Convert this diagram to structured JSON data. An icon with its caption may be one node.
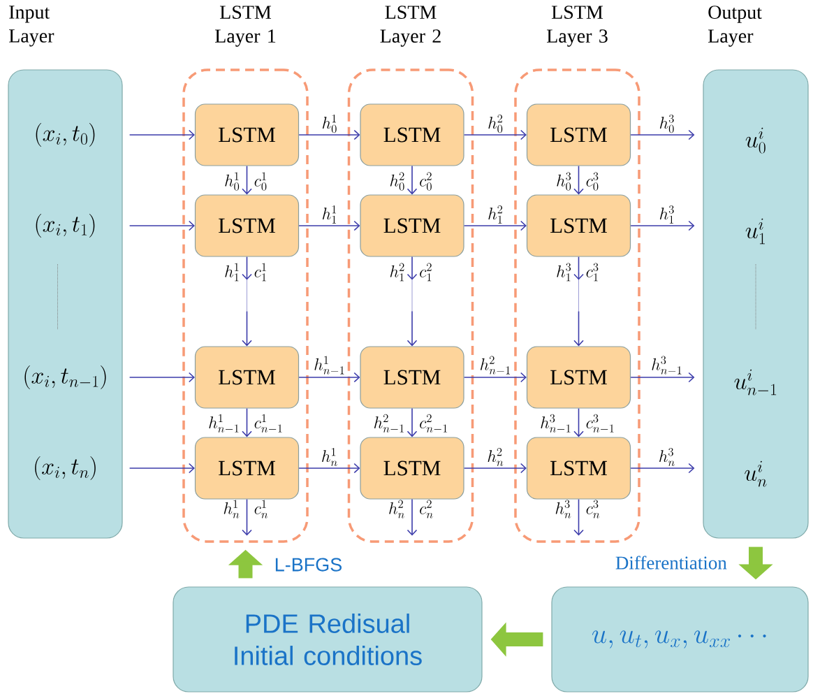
{
  "diagram": {
    "nodes": [
      {
        "text": [
          "Input Layer",
          "(x_{i},t_{0})",
          "(x_{i},t_{1})",
          "(x_{i},t_{n-1})",
          "(x_{i},t_{n})"
        ]
      },
      {
        "text": [
          "LSTM Layer 1"
        ]
      },
      {
        "text": [
          "LSTM"
        ],
        "in": 1
      },
      {
        "text": [
          "LSTM"
        ],
        "in": 1
      },
      {
        "text": [
          "LSTM"
        ],
        "in": 1
      },
      {
        "text": [
          "LSTM"
        ],
        "in": 1
      },
      {
        "text": [
          "LSTM Layer 2"
        ]
      },
      {
        "text": [
          "LSTM"
        ],
        "in": 6
      },
      {
        "text": [
          "LSTM"
        ],
        "in": 6
      },
      {
        "text": [
          "LSTM"
        ],
        "in": 6
      },
      {
        "text": [
          "LSTM"
        ],
        "in": 6
      },
      {
        "text": [
          "LSTM Layer 3"
        ]
      },
      {
        "text": [
          "LSTM"
        ],
        "in": 11
      },
      {
        "text": [
          "LSTM"
        ],
        "in": 11
      },
      {
        "text": [
          "LSTM"
        ],
        "in": 11
      },
      {
        "text": [
          "LSTM"
        ],
        "in": 11
      },
      {
        "text": [
          "Output Layer",
          "u_{0}^{i}",
          "u_{1}^{i}",
          "u_{n-1}^{i}",
          "u_{n}^{i}"
        ]
      },
      {
        "text": [
          "PDE Redisual Initial conditions"
        ]
      },
      {
        "text": [
          "u,u_{t},u_{x},u_{xx}\\cdots"
        ]
      }
    ],
    "edges": [
      {
        "from": 0,
        "to": 2,
        "arrow": "to"
      },
      {
        "from": 0,
        "to": 3,
        "arrow": "to"
      },
      {
        "from": 0,
        "to": 4,
        "arrow": "to"
      },
      {
        "from": 0,
        "to": 5,
        "arrow": "to"
      },
      {
        "from": 2,
        "to": 7,
        "arrow": "to",
        "label": "h_{0}^{1}"
      },
      {
        "from": 3,
        "to": 8,
        "arrow": "to",
        "label": "h_{1}^{1}"
      },
      {
        "from": 4,
        "to": 9,
        "arrow": "to",
        "label": "h_{n-1}^{1}"
      },
      {
        "from": 5,
        "to": 10,
        "arrow": "to",
        "label": "h_{n}^{1}"
      },
      {
        "from": 7,
        "to": 12,
        "arrow": "to",
        "label": "h_{0}^{2}"
      },
      {
        "from": 8,
        "to": 13,
        "arrow": "to",
        "label": "h_{1}^{2}"
      },
      {
        "from": 9,
        "to": 14,
        "arrow": "to",
        "label": "h_{n-1}^{2}"
      },
      {
        "from": 10,
        "to": 15,
        "arrow": "to",
        "label": "h_{n}^{2}"
      },
      {
        "from": 12,
        "to": 16,
        "arrow": "to",
        "label": "h_{0}^{3}"
      },
      {
        "from": 13,
        "to": 16,
        "arrow": "to",
        "label": "h_{1}^{3}"
      },
      {
        "from": 14,
        "to": 16,
        "arrow": "to",
        "label": "h_{n-1}^{3}"
      },
      {
        "from": 15,
        "to": 16,
        "arrow": "to",
        "label": "h_{n}^{3}"
      },
      {
        "from": 2,
        "to": 3,
        "arrow": "to",
        "label": "h_{0}^{1}"
      },
      {
        "from": 3,
        "to": 4,
        "arrow": "to",
        "label": "h_{1}^{1}"
      },
      {
        "from": 4,
        "to": 5,
        "arrow": "to",
        "label": "h_{n-1}^{1}"
      },
      {
        "from": 5,
        "to": null,
        "arrow": "to",
        "label": "h_{n}^{1}"
      },
      {
        "from": 7,
        "to": 8,
        "arrow": "to",
        "label": "h_{0}^{2}"
      },
      {
        "from": 8,
        "to": 9,
        "arrow": "to",
        "label": "h_{1}^{2}"
      },
      {
        "from": 9,
        "to": 10,
        "arrow": "to",
        "label": "h_{n-1}^{2}"
      },
      {
        "from": 10,
        "to": null,
        "arrow": "to",
        "label": "h_{n}^{2}"
      },
      {
        "from": 12,
        "to": 13,
        "arrow": "to",
        "label": "h_{0}^{3}"
      },
      {
        "from": 13,
        "to": 14,
        "arrow": "to",
        "label": "h_{1}^{3}"
      },
      {
        "from": 14,
        "to": 15,
        "arrow": "to",
        "label": "h_{n-1}^{3}"
      },
      {
        "from": 15,
        "to": null,
        "arrow": "to",
        "label": "h_{n}^{3}"
      },
      {
        "from": 16,
        "to": 18,
        "arrow": "to",
        "label": "Differentiation",
        "style": "thick",
        "color": "#8dc63f"
      },
      {
        "from": 18,
        "to": 17,
        "arrow": "to",
        "style": "thick",
        "color": "#8dc63f"
      },
      {
        "from": 17,
        "to": 1,
        "arrow": "to",
        "label": "L-BFGS",
        "style": "thick",
        "color": "#8dc63f"
      }
    ],
    "labels": [
      "c_{0}^{1}",
      "c_{0}^{2}",
      "c_{0}^{3}",
      "c_{1}^{1}",
      "c_{1}^{2}",
      "c_{1}^{3}",
      "c_{n-1}^{1}",
      "c_{n-1}^{2}",
      "c_{n-1}^{3}",
      "c_{n}^{1}",
      "c_{n}^{2}",
      "c_{n}^{3}"
    ]
  }
}
